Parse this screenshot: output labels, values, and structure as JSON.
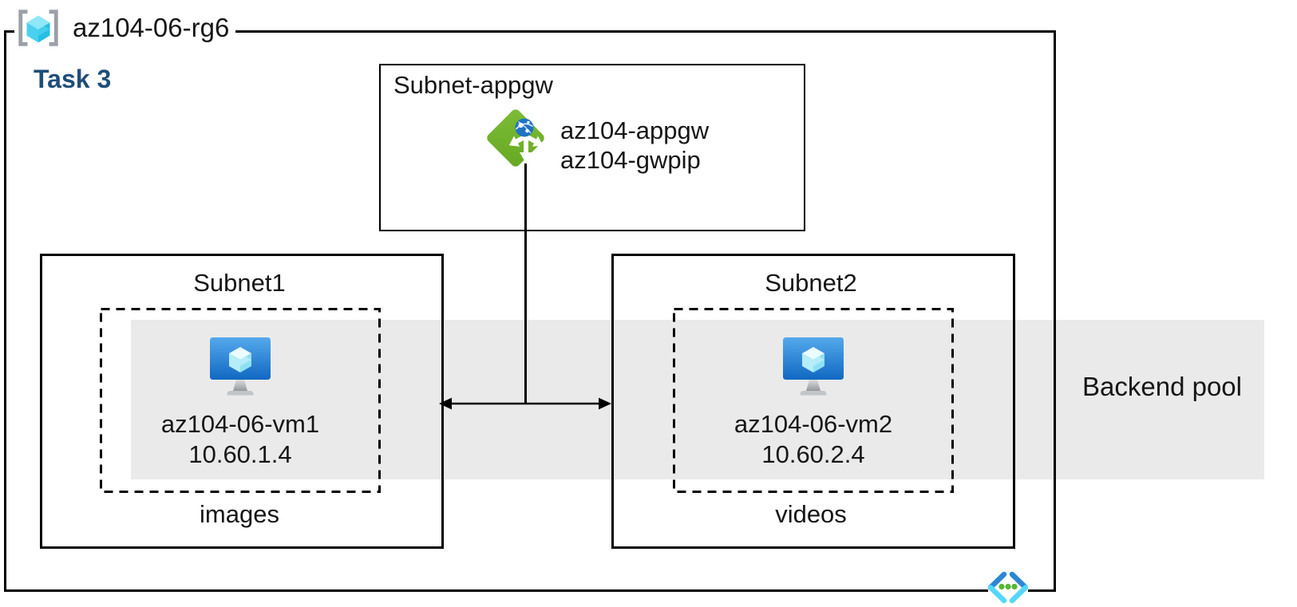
{
  "resource_group": {
    "name": "az104-06-rg6",
    "task_label": "Task 3"
  },
  "appgw_subnet": {
    "title": "Subnet-appgw",
    "gateway_name": "az104-appgw",
    "public_ip_name": "az104-gwpip"
  },
  "subnet1": {
    "title": "Subnet1",
    "vm_name": "az104-06-vm1",
    "vm_ip": "10.60.1.4",
    "caption": "images"
  },
  "subnet2": {
    "title": "Subnet2",
    "vm_name": "az104-06-vm2",
    "vm_ip": "10.60.2.4",
    "caption": "videos"
  },
  "backend_pool": {
    "label": "Backend pool"
  },
  "icons": {
    "resource_group": "resource-group-brackets-cube-icon",
    "application_gateway": "application-gateway-icon",
    "virtual_machine_1": "virtual-machine-icon",
    "virtual_machine_2": "virtual-machine-icon",
    "virtual_network": "virtual-network-icon"
  },
  "colors": {
    "task_text": "#1f4e79",
    "backend_band": "#eaeaea",
    "border_line": "#000000",
    "appgw_green": "#72b42a",
    "appgw_globe_blue": "#1e74c2",
    "vm_screen_top": "#4da3e8",
    "vm_screen_bottom": "#1168c2",
    "rg_bracket_gray": "#9aa0a6",
    "cube_cyan": "#45d0ee",
    "vnet_chevron_blue": "#2b87d3",
    "vnet_chevron_cyan": "#54d7f9",
    "vnet_dot_green": "#56b62e"
  }
}
